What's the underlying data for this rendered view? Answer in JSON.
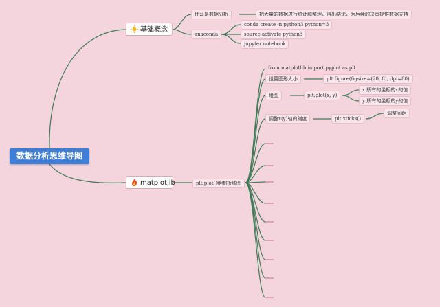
{
  "root": {
    "label": "数据分析思维导图"
  },
  "branches": {
    "basics": {
      "label": "基础概念",
      "icon": "sun-icon",
      "what_is": "什么是数据分析",
      "what_is_desc": "把大量的数据进行统计和整理，得出结论，为后续的决策提供数据支持",
      "anaconda": "anaconda",
      "anaconda_cmds": [
        "conda create -n python3 python=3",
        "source activate python3",
        "jupyter notebook"
      ]
    },
    "matplotlib": {
      "label": "matplotlib",
      "icon": "fire-icon",
      "line_chart": "plt.plot()绘制折线图",
      "import": "from matplotlib import pyplot as plt",
      "set_size": "设置图形大小",
      "figure": "plt.figure(figsize=(20, 8), dpi=80)",
      "plot": "绘图",
      "plot_call": "plt.plot(x, y)",
      "x_desc": "x:所有的坐标的x的值",
      "y_desc": "y:所有的坐标的y的值",
      "adjust_ticks": "调整x(y)轴的刻度",
      "xticks": "plt.xticks()",
      "spacing": "调整间距"
    }
  },
  "colors": {
    "background": "#f4d4dd",
    "root": "#3e7ed6",
    "connector": "#3f7a56"
  }
}
